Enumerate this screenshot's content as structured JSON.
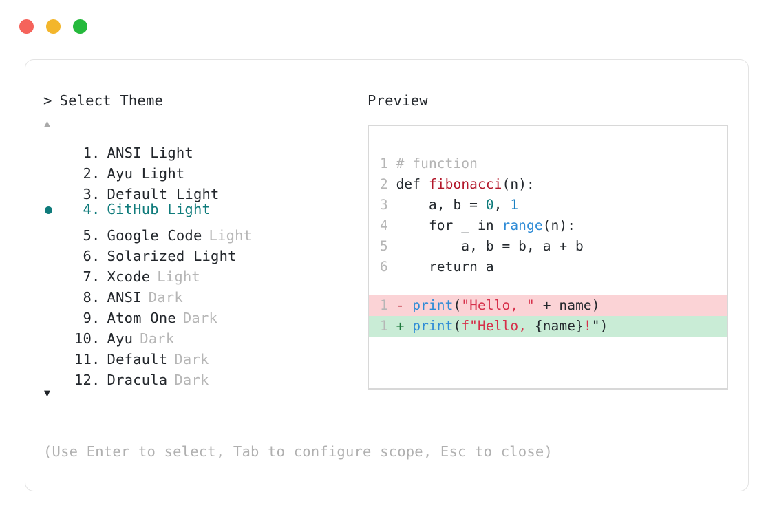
{
  "window": {
    "traffic_lights": [
      {
        "name": "close-dot",
        "color": "#f5635b"
      },
      {
        "name": "minimize-dot",
        "color": "#f3b62c"
      },
      {
        "name": "maximize-dot",
        "color": "#25b93c"
      }
    ]
  },
  "colors": {
    "accent": "#0f7b7b",
    "text": "#22262b",
    "muted": "#b6b6b6",
    "border": "#e3e3e3",
    "preview_border": "#d8d8d8",
    "diff_del_bg": "#fbd3d6",
    "diff_add_bg": "#c9ecd6"
  },
  "selector": {
    "prompt_caret": ">",
    "title": "Select Theme",
    "scroll_up_icon": "▲",
    "scroll_down_icon": "▼",
    "selected_index": 4,
    "bullet_icon": "●",
    "items": [
      {
        "num": "1.",
        "name": "ANSI Light",
        "suffix": ""
      },
      {
        "num": "2.",
        "name": "Ayu Light",
        "suffix": ""
      },
      {
        "num": "3.",
        "name": "Default Light",
        "suffix": ""
      },
      {
        "num": "4.",
        "name": "GitHub Light",
        "suffix": ""
      },
      {
        "num": "5.",
        "name": "Google Code",
        "suffix": "Light"
      },
      {
        "num": "6.",
        "name": "Solarized Light",
        "suffix": ""
      },
      {
        "num": "7.",
        "name": "Xcode",
        "suffix": "Light"
      },
      {
        "num": "8.",
        "name": "ANSI",
        "suffix": "Dark"
      },
      {
        "num": "9.",
        "name": "Atom One",
        "suffix": "Dark"
      },
      {
        "num": "10.",
        "name": "Ayu",
        "suffix": "Dark"
      },
      {
        "num": "11.",
        "name": "Default",
        "suffix": "Dark"
      },
      {
        "num": "12.",
        "name": "Dracula",
        "suffix": "Dark"
      }
    ],
    "hint": "(Use Enter to select, Tab to configure scope, Esc to close)"
  },
  "preview": {
    "label": "Preview",
    "code_lines": [
      {
        "n": "1",
        "tokens": [
          {
            "t": "# function",
            "c": "comment"
          }
        ]
      },
      {
        "n": "2",
        "tokens": [
          {
            "t": "def ",
            "c": "kw"
          },
          {
            "t": "fibonacci",
            "c": "fn"
          },
          {
            "t": "(n):",
            "c": "plain"
          }
        ]
      },
      {
        "n": "3",
        "tokens": [
          {
            "t": "    a, b = ",
            "c": "plain"
          },
          {
            "t": "0",
            "c": "num"
          },
          {
            "t": ", ",
            "c": "plain"
          },
          {
            "t": "1",
            "c": "num2"
          }
        ]
      },
      {
        "n": "4",
        "tokens": [
          {
            "t": "    for _ in ",
            "c": "plain"
          },
          {
            "t": "range",
            "c": "builtin"
          },
          {
            "t": "(n):",
            "c": "plain"
          }
        ]
      },
      {
        "n": "5",
        "tokens": [
          {
            "t": "        a, b = b, a + b",
            "c": "plain"
          }
        ]
      },
      {
        "n": "6",
        "tokens": [
          {
            "t": "    return a",
            "c": "plain"
          }
        ]
      }
    ],
    "diff_lines": [
      {
        "n": "1",
        "sign": "-",
        "kind": "del",
        "tokens": [
          {
            "t": "print",
            "c": "call"
          },
          {
            "t": "(",
            "c": "plain"
          },
          {
            "t": "\"Hello, \"",
            "c": "str"
          },
          {
            "t": " + name)",
            "c": "plain"
          }
        ]
      },
      {
        "n": "1",
        "sign": "+",
        "kind": "add",
        "tokens": [
          {
            "t": "print",
            "c": "call"
          },
          {
            "t": "(",
            "c": "plain"
          },
          {
            "t": "f\"Hello, ",
            "c": "str"
          },
          {
            "t": "{name}",
            "c": "plain"
          },
          {
            "t": "!",
            "c": "bang"
          },
          {
            "t": "\")",
            "c": "plain"
          }
        ]
      }
    ]
  }
}
